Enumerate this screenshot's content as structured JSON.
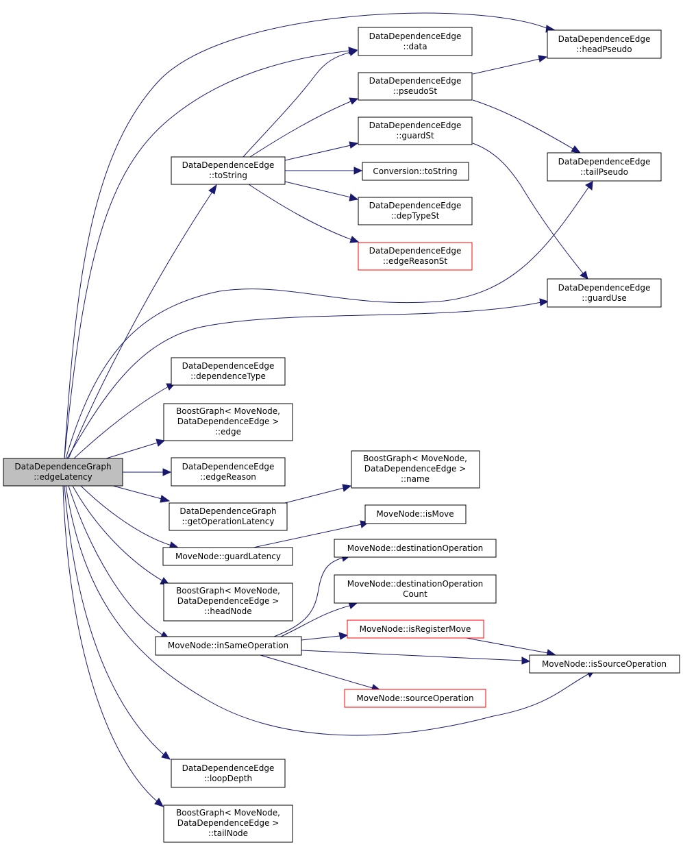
{
  "colors": {
    "edge": "#191970",
    "root_fill": "#bfbfbf",
    "node_fill": "#ffffff",
    "node_border": "#000000",
    "truncated_border": "#ff0000"
  },
  "nodes": {
    "edgeLatency": {
      "line1": "DataDependenceGraph",
      "line2": "::edgeLatency"
    },
    "toString": {
      "line1": "DataDependenceEdge",
      "line2": "::toString"
    },
    "data": {
      "line1": "DataDependenceEdge",
      "line2": "::data"
    },
    "pseudoSt": {
      "line1": "DataDependenceEdge",
      "line2": "::pseudoSt"
    },
    "headPseudo": {
      "line1": "DataDependenceEdge",
      "line2": "::headPseudo"
    },
    "guardSt": {
      "line1": "DataDependenceEdge",
      "line2": "::guardSt"
    },
    "tailPseudo": {
      "line1": "DataDependenceEdge",
      "line2": "::tailPseudo"
    },
    "convToString": {
      "line1": "Conversion::toString"
    },
    "depTypeSt": {
      "line1": "DataDependenceEdge",
      "line2": "::depTypeSt"
    },
    "edgeReasonSt": {
      "line1": "DataDependenceEdge",
      "line2": "::edgeReasonSt"
    },
    "guardUse": {
      "line1": "DataDependenceEdge",
      "line2": "::guardUse"
    },
    "dependenceType": {
      "line1": "DataDependenceEdge",
      "line2": "::dependenceType"
    },
    "bgEdge": {
      "line1": "BoostGraph< MoveNode,",
      "line2": "DataDependenceEdge >",
      "line3": "::edge"
    },
    "edgeReason": {
      "line1": "DataDependenceEdge",
      "line2": "::edgeReason"
    },
    "bgName": {
      "line1": "BoostGraph< MoveNode,",
      "line2": "DataDependenceEdge >",
      "line3": "::name"
    },
    "getOpLatency": {
      "line1": "DataDependenceGraph",
      "line2": "::getOperationLatency"
    },
    "isMove": {
      "line1": "MoveNode::isMove"
    },
    "guardLatency": {
      "line1": "MoveNode::guardLatency"
    },
    "destOp": {
      "line1": "MoveNode::destinationOperation"
    },
    "bgHeadNode": {
      "line1": "BoostGraph< MoveNode,",
      "line2": "DataDependenceEdge >",
      "line3": "::headNode"
    },
    "destOpCount": {
      "line1": "MoveNode::destinationOperation",
      "line2": "Count"
    },
    "isRegisterMove": {
      "line1": "MoveNode::isRegisterMove"
    },
    "inSameOp": {
      "line1": "MoveNode::inSameOperation"
    },
    "isSourceOp": {
      "line1": "MoveNode::isSourceOperation"
    },
    "sourceOp": {
      "line1": "MoveNode::sourceOperation"
    },
    "loopDepth": {
      "line1": "DataDependenceEdge",
      "line2": "::loopDepth"
    },
    "bgTailNode": {
      "line1": "BoostGraph< MoveNode,",
      "line2": "DataDependenceEdge >",
      "line3": "::tailNode"
    }
  }
}
